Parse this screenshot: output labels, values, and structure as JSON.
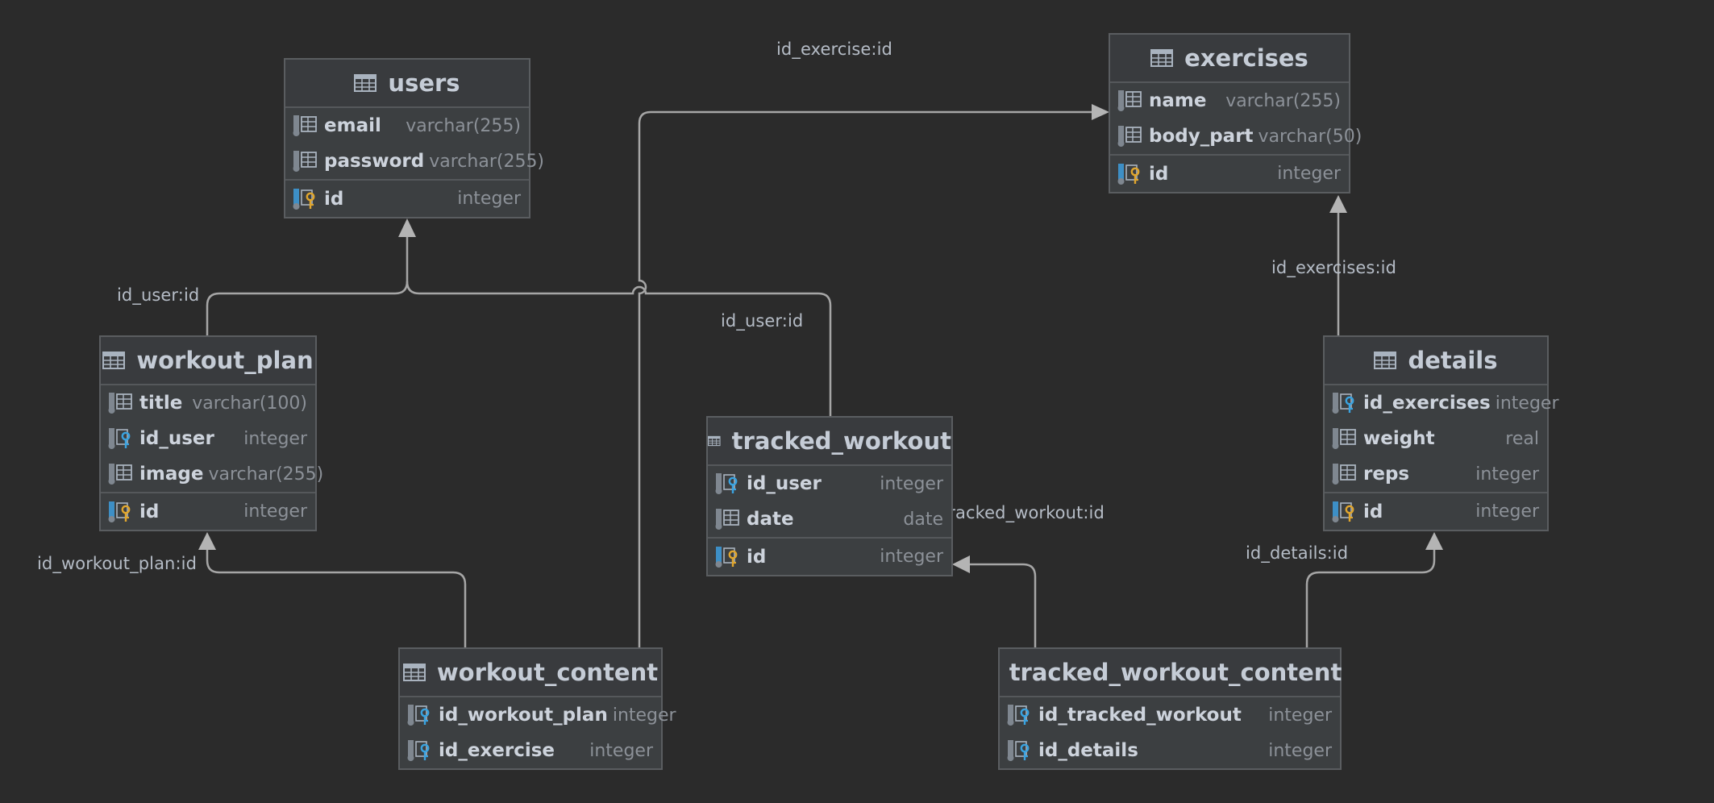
{
  "tables": {
    "users": {
      "name": "users",
      "columns": [
        {
          "name": "email",
          "type": "varchar(255)"
        },
        {
          "name": "password",
          "type": "varchar(255)"
        }
      ],
      "pk": {
        "name": "id",
        "type": "integer"
      }
    },
    "exercises": {
      "name": "exercises",
      "columns": [
        {
          "name": "name",
          "type": "varchar(255)"
        },
        {
          "name": "body_part",
          "type": "varchar(50)"
        }
      ],
      "pk": {
        "name": "id",
        "type": "integer"
      }
    },
    "workout_plan": {
      "name": "workout_plan",
      "columns": [
        {
          "name": "title",
          "type": "varchar(100)"
        },
        {
          "name": "id_user",
          "type": "integer"
        },
        {
          "name": "image",
          "type": "varchar(255)"
        }
      ],
      "pk": {
        "name": "id",
        "type": "integer"
      }
    },
    "tracked_workout": {
      "name": "tracked_workout",
      "columns": [
        {
          "name": "id_user",
          "type": "integer"
        },
        {
          "name": "date",
          "type": "date"
        }
      ],
      "pk": {
        "name": "id",
        "type": "integer"
      }
    },
    "details": {
      "name": "details",
      "columns": [
        {
          "name": "id_exercises",
          "type": "integer"
        },
        {
          "name": "weight",
          "type": "real"
        },
        {
          "name": "reps",
          "type": "integer"
        }
      ],
      "pk": {
        "name": "id",
        "type": "integer"
      }
    },
    "workout_content": {
      "name": "workout_content",
      "columns": [
        {
          "name": "id_workout_plan",
          "type": "integer"
        },
        {
          "name": "id_exercise",
          "type": "integer"
        }
      ]
    },
    "tracked_workout_content": {
      "name": "tracked_workout_content",
      "columns": [
        {
          "name": "id_tracked_workout",
          "type": "integer"
        },
        {
          "name": "id_details",
          "type": "integer"
        }
      ]
    }
  },
  "relations": [
    {
      "label": "id_exercise:id",
      "from": "workout_content",
      "to": "exercises"
    },
    {
      "label": "id_user:id",
      "from": "workout_plan",
      "to": "users"
    },
    {
      "label": "id_user:id",
      "from": "tracked_workout",
      "to": "users"
    },
    {
      "label": "id_exercises:id",
      "from": "details",
      "to": "exercises"
    },
    {
      "label": "id_workout_plan:id",
      "from": "workout_content",
      "to": "workout_plan"
    },
    {
      "label": "id_tracked_workout:id",
      "from": "tracked_workout_content",
      "to": "tracked_workout"
    },
    {
      "label": "id_details:id",
      "from": "tracked_workout_content",
      "to": "details"
    }
  ]
}
